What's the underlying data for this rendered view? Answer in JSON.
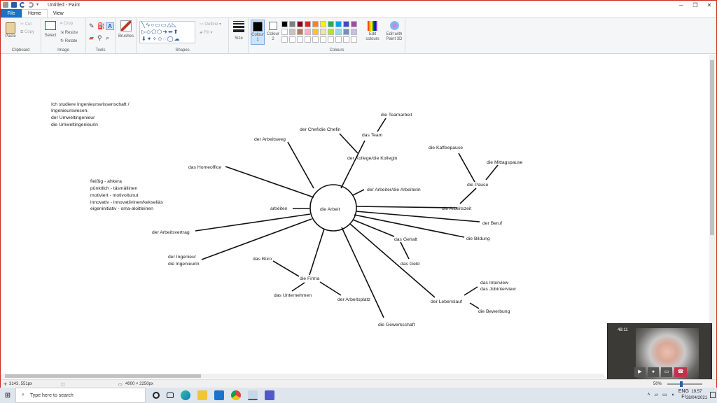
{
  "titlebar": {
    "title": "Untitled - Paint"
  },
  "tabs": {
    "file": "File",
    "home": "Home",
    "view": "View"
  },
  "ribbon": {
    "clipboard": {
      "paste": "Paste",
      "cut": "Cut",
      "copy": "Copy",
      "label": "Clipboard"
    },
    "image": {
      "select": "Select",
      "crop": "Crop",
      "resize": "Resize",
      "rotate": "Rotate",
      "label": "Image"
    },
    "tools": {
      "label": "Tools"
    },
    "brushes": "Brushes",
    "shapes": {
      "outline": "Outline",
      "fill": "Fill",
      "label": "Shapes"
    },
    "size": "Size",
    "colour1": "Colour 1",
    "colour2": "Colour 2",
    "colours_label": "Colours",
    "edit_colours": "Edit colours",
    "edit_paint3d": "Edit with Paint 3D",
    "palette": [
      "#000000",
      "#7f7f7f",
      "#880015",
      "#ed1c24",
      "#ff7f27",
      "#fff200",
      "#22b14c",
      "#00a2e8",
      "#3f48cc",
      "#a349a4",
      "#ffffff",
      "#c3c3c3",
      "#b97a57",
      "#ffaec9",
      "#ffc90e",
      "#efe4b0",
      "#b5e61d",
      "#99d9ea",
      "#7092be",
      "#c8bfe7",
      "#ffffff",
      "#ffffff",
      "#ffffff",
      "#ffffff",
      "#ffffff",
      "#ffffff",
      "#ffffff",
      "#ffffff",
      "#ffffff",
      "#ffffff"
    ]
  },
  "canvas": {
    "notes1": [
      "Ich studiere Ingenieurswissenschaft /",
      "Ingenieurswesen.",
      "der Umweltingenieur",
      "die Umweltingenieurin"
    ],
    "notes2": [
      "fleißig - ahkera",
      "pünktlich - täsmällinen",
      "motiviert - motivoitunut",
      "innovativ - innovatiivinen/kekseliäs",
      "eigeninitiativ - oma-aloitteinen"
    ],
    "center": "die Arbeit",
    "words": {
      "teamarbeit": "die Teamarbeit",
      "team": "das Team",
      "chef": "der Chef/die Chefin",
      "kollege": "der Kollege/die Kollegin",
      "arbeitsweg": "der Arbeitsweg",
      "homeoffice": "das Homeoffice",
      "arbeiter": "der Arbeiter/die Arbeiterin",
      "kaffeepause": "die Kaffeepause",
      "mittagspause": "die Mittagspause",
      "pause": "die Pause",
      "arbeitszeit": "die Arbeitszeit",
      "arbeiten": "arbeiten",
      "beruf": "der Beruf",
      "bildung": "die Bildung",
      "gehalt": "das Gehalt",
      "geld": "das Geld",
      "arbeitsvertrag": "der Arbeitsvertrag",
      "ingenieur1": "der Ingenieur",
      "ingenieur2": "die Ingenieurin",
      "buero": "das Büro",
      "firma": "die Firma",
      "unternehmen": "das Unternehmen",
      "arbeitsplatz": "der Arbeitsplatz",
      "gewerkschaft": "die Gewerkschaft",
      "lebenslauf": "der Lebenslauf",
      "interview": "das Interview",
      "jobinterview": "das Jobinterview",
      "bewerbung": "die Bewerbung"
    }
  },
  "status": {
    "cursor": "3143, 551px",
    "canvas_size": "4000 × 2250px",
    "zoom": "50%"
  },
  "video": {
    "timer": "48:11"
  },
  "taskbar": {
    "search_placeholder": "Type here to search",
    "lang1": "ENG",
    "lang2": "FI",
    "time": "19.57",
    "date": "28/04/2021"
  }
}
